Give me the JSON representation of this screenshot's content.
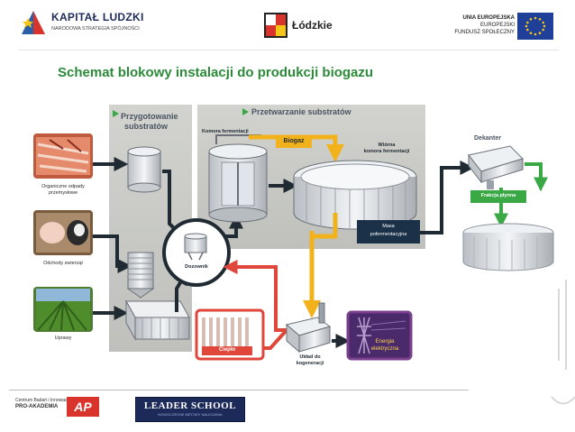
{
  "header": {
    "logo_left_title": "KAPITAŁ LUDZKI",
    "logo_left_subtitle": "NARODOWA STRATEGIA SPÓJNOŚCI",
    "logo_center": "Łódzkie",
    "logo_right_line1": "UNIA EUROPEJSKA",
    "logo_right_line2": "EUROPEJSKI",
    "logo_right_line3": "FUNDUSZ SPOŁECZNY"
  },
  "title": "Schemat blokowy instalacji do produkcji biogazu",
  "diagram": {
    "section_prep_line1": "Przygotowanie",
    "section_prep_line2": "substratów",
    "section_proc": "Przetwarzanie substratów",
    "source_1_line1": "Organiczne odpady",
    "source_1_line2": "przemysłowe",
    "source_2": "Odchody zwierząt",
    "source_3": "Uprawy",
    "dozownik": "Dozownik",
    "komora": "Komora fermentacji",
    "biogaz": "Biogaz",
    "wtorna_line1": "Wtórna",
    "wtorna_line2": "komora fermentacji",
    "masa_line1": "Masa",
    "masa_line2": "pofermentacyjna",
    "dekanter": "Dekanter",
    "frakcja": "Frakcja płynna",
    "cieplo": "Ciepło",
    "uklad_line1": "Układ do",
    "uklad_line2": "kogeneracji",
    "energia_line1": "Energia",
    "energia_line2": "elektryczna"
  },
  "footer": {
    "left_line1": "Centrum Badań i Innowacji",
    "left_line2": "PRO-AKADEMIA",
    "left_badge": "AP",
    "center_title": "LEADER SCHOOL",
    "center_subtitle": "NOWOCZESNE METODY NAUCZANIA"
  },
  "colors": {
    "title_green": "#2d8a3a",
    "panel_gray": "#c8c9c4",
    "arrow_dark": "#1f2a33",
    "arrow_yellow": "#f2b21b",
    "arrow_red": "#e0463a",
    "arrow_green": "#39a845",
    "label_dark": "#1b3148",
    "label_red": "#d93b30",
    "label_purple": "#7b3f8f"
  }
}
